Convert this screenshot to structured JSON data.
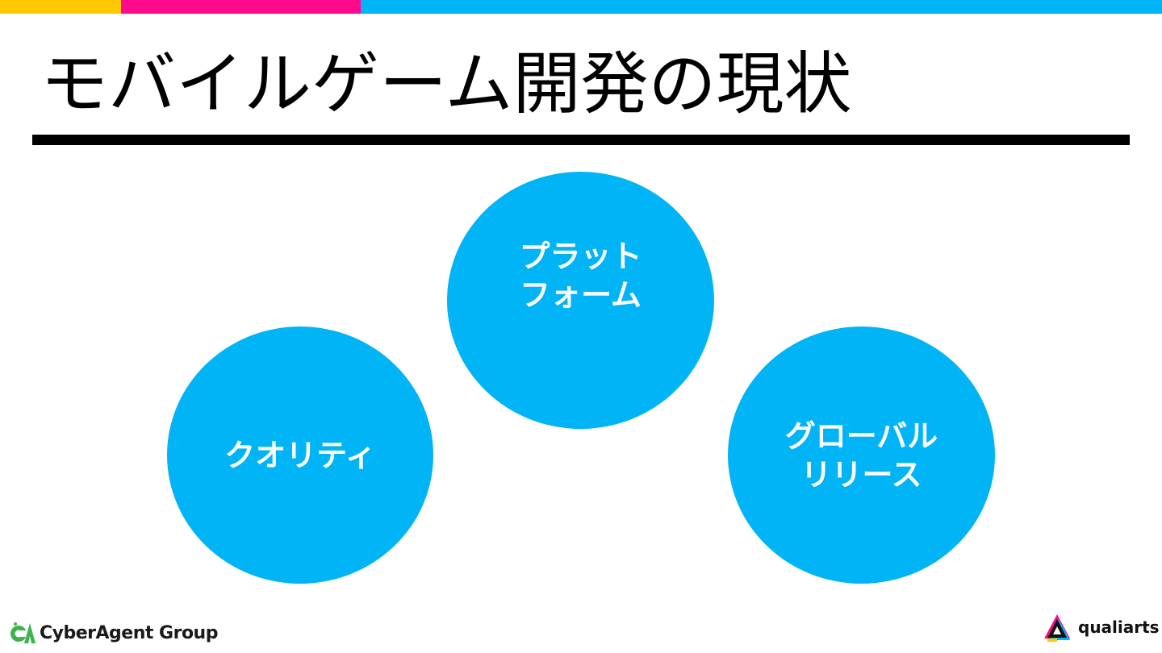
{
  "colors": {
    "accent_yellow": "#FFC800",
    "accent_pink": "#FF0A8C",
    "accent_blue": "#00B4F5",
    "circle_blue": "#00B4F5",
    "rule_black": "#000000",
    "ca_green": "#3CB44B"
  },
  "slide": {
    "title": "モバイルゲーム開発の現状"
  },
  "circles": [
    {
      "label": "プラット\nフォーム"
    },
    {
      "label": "クオリティ"
    },
    {
      "label": "グローバル\nリリース"
    }
  ],
  "footer": {
    "left_logo_text": "CyberAgent Group",
    "left_logo_icon": "cyberagent-logo-icon",
    "right_logo_text": "qualiarts",
    "right_logo_icon": "qualiarts-logo-icon"
  }
}
